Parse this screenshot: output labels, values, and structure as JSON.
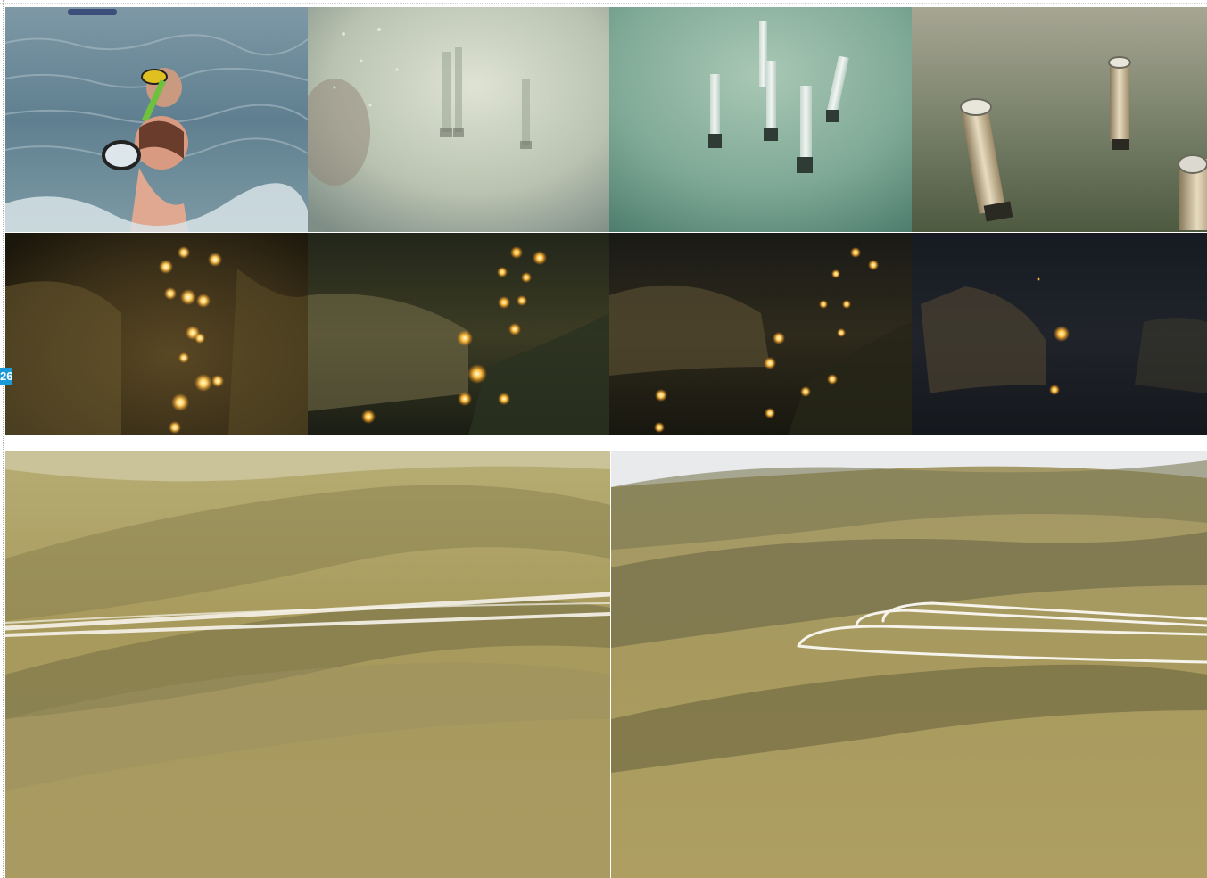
{
  "page": {
    "page_number": "26",
    "accent_color": "#1a9bd7",
    "background_color": "#ffffff"
  },
  "photos": [
    {
      "name": "photo-snorkelers-in-sea"
    },
    {
      "name": "photo-underwater-foggy-tubes"
    },
    {
      "name": "photo-underwater-green-tubes"
    },
    {
      "name": "photo-underwater-seabed-tubes"
    },
    {
      "name": "photo-night-creek-flames-1"
    },
    {
      "name": "photo-night-creek-flames-2"
    },
    {
      "name": "photo-night-creek-flames-3"
    },
    {
      "name": "photo-night-creek-flames-4"
    },
    {
      "name": "photo-hillside-straight-fibre-lines"
    },
    {
      "name": "photo-hillside-curved-light-lines"
    }
  ]
}
